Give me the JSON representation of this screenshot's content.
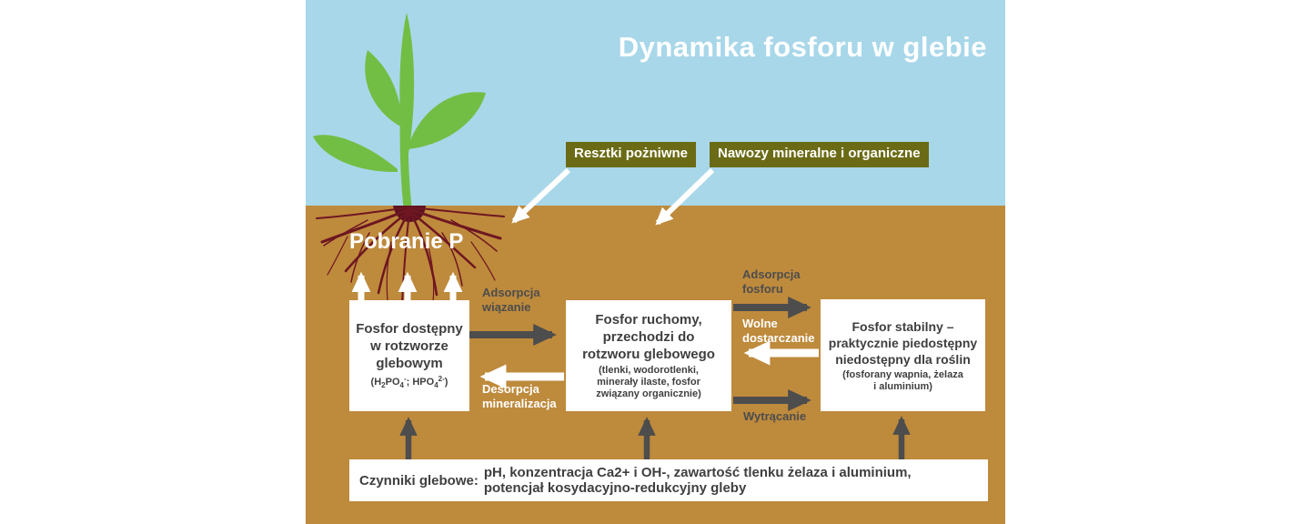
{
  "title": "Dynamika fosforu w glebie",
  "colors": {
    "sky": "#A8D7E9",
    "soil": "#BE8A3C",
    "label_box": "#6B6B16",
    "arrow_dark": "#4D4D4D",
    "box_text": "#3F3F3F",
    "root": "#6E1621",
    "plant_green": "#72BE44",
    "white": "#FFFFFF"
  },
  "input_labels": {
    "residues": "Resztki pożniwne",
    "fertilizers": "Nawozy mineralne i organiczne"
  },
  "uptake_label": "Pobranie P",
  "boxes": {
    "available": {
      "lines": [
        "Fosfor dostępny",
        "w rotzworze",
        "glebowym"
      ],
      "formula": {
        "b1": "(H",
        "s1": "2",
        "b2": "PO",
        "s2": "4",
        "p1": "-",
        "b3": "; HPO",
        "s3": "4",
        "p2": "2-",
        "b4": ")"
      }
    },
    "mobile": {
      "lines": [
        "Fosfor ruchomy,",
        "przechodzi do",
        "rotzworu glebowego"
      ],
      "sub_lines": [
        "(tlenki, wodorotlenki,",
        "minerały ilaste, fosfor",
        "związany organicznie)"
      ]
    },
    "stable": {
      "lines": [
        "Fosfor stabilny –",
        "praktycznie piedostępny",
        "niedostępny dla roślin"
      ],
      "sub_lines": [
        "(fosforany wapnia, żelaza",
        "i aluminium)"
      ]
    },
    "factors": {
      "label": "Czynniki glebowe:",
      "lines": [
        "pH, konzentracja Ca2+ i OH-, zawartość tlenku żelaza i aluminium,",
        "potencjał kosydacyjno-redukcyjny gleby"
      ]
    }
  },
  "flow_labels": {
    "adsorption_binding": [
      "Adsorpcja",
      "wiązanie"
    ],
    "desorption_mineralization": [
      "Desorpcja",
      "mineralizacja"
    ],
    "phosphorus_adsorption": [
      "Adsorpcja",
      "fosforu"
    ],
    "slow_release": [
      "Wolne",
      "dostarczanie"
    ],
    "precipitation": "Wytrącanie"
  }
}
